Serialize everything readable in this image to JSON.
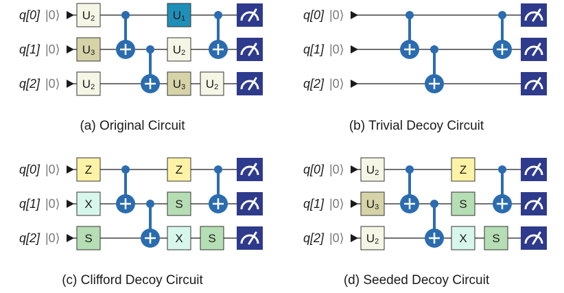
{
  "colors": {
    "wire": "#1a1a1a",
    "ctrl": "#2b6cb0",
    "target_fill": "#2b6cb0",
    "measure_fill": "#2e3a8c",
    "U1": "#1f8fb8",
    "U2": "#f6f6e6",
    "U3": "#d6d3a8",
    "Z": "#fdf2a6",
    "X": "#d7f6ec",
    "S": "#b6deb4"
  },
  "ket_text": "|0⟩",
  "panels": [
    {
      "id": "original",
      "caption": "(a) Original Circuit",
      "qubits": [
        "q[0]",
        "q[1]",
        "q[2]"
      ],
      "gates": [
        {
          "q": 0,
          "col": 0,
          "name": "U",
          "sub": "2"
        },
        {
          "q": 1,
          "col": 0,
          "name": "U",
          "sub": "3"
        },
        {
          "q": 2,
          "col": 0,
          "name": "U",
          "sub": "2"
        },
        {
          "q": 0,
          "col": 3,
          "name": "U",
          "sub": "1"
        },
        {
          "q": 1,
          "col": 3,
          "name": "U",
          "sub": "2"
        },
        {
          "q": 2,
          "col": 3,
          "name": "U",
          "sub": "3"
        },
        {
          "q": 2,
          "col": 4,
          "name": "U",
          "sub": "2"
        }
      ],
      "cnots": [
        {
          "control": 0,
          "target": 1,
          "col": 1
        },
        {
          "control": 1,
          "target": 2,
          "col": 2
        },
        {
          "control": 0,
          "target": 1,
          "col": 4
        }
      ]
    },
    {
      "id": "trivial",
      "caption": "(b) Trivial Decoy Circuit",
      "qubits": [
        "q[0]",
        "q[1]",
        "q[2]"
      ],
      "gates": [],
      "cnots": [
        {
          "control": 0,
          "target": 1,
          "col": 1
        },
        {
          "control": 1,
          "target": 2,
          "col": 2
        },
        {
          "control": 0,
          "target": 1,
          "col": 4
        }
      ]
    },
    {
      "id": "clifford",
      "caption": "(c) Clifford Decoy Circuit",
      "qubits": [
        "q[0]",
        "q[1]",
        "q[2]"
      ],
      "gates": [
        {
          "q": 0,
          "col": 0,
          "name": "Z",
          "sub": ""
        },
        {
          "q": 1,
          "col": 0,
          "name": "X",
          "sub": ""
        },
        {
          "q": 2,
          "col": 0,
          "name": "S",
          "sub": ""
        },
        {
          "q": 0,
          "col": 3,
          "name": "Z",
          "sub": ""
        },
        {
          "q": 1,
          "col": 3,
          "name": "S",
          "sub": ""
        },
        {
          "q": 2,
          "col": 3,
          "name": "X",
          "sub": ""
        },
        {
          "q": 2,
          "col": 4,
          "name": "S",
          "sub": ""
        }
      ],
      "cnots": [
        {
          "control": 0,
          "target": 1,
          "col": 1
        },
        {
          "control": 1,
          "target": 2,
          "col": 2
        },
        {
          "control": 0,
          "target": 1,
          "col": 4
        }
      ]
    },
    {
      "id": "seeded",
      "caption": "(d) Seeded Decoy Circuit",
      "qubits": [
        "q[0]",
        "q[1]",
        "q[2]"
      ],
      "gates": [
        {
          "q": 0,
          "col": 0,
          "name": "U",
          "sub": "2"
        },
        {
          "q": 1,
          "col": 0,
          "name": "U",
          "sub": "3"
        },
        {
          "q": 2,
          "col": 0,
          "name": "U",
          "sub": "2"
        },
        {
          "q": 0,
          "col": 3,
          "name": "Z",
          "sub": ""
        },
        {
          "q": 1,
          "col": 3,
          "name": "S",
          "sub": ""
        },
        {
          "q": 2,
          "col": 3,
          "name": "X",
          "sub": ""
        },
        {
          "q": 2,
          "col": 4,
          "name": "S",
          "sub": ""
        }
      ],
      "cnots": [
        {
          "control": 0,
          "target": 1,
          "col": 1
        },
        {
          "control": 1,
          "target": 2,
          "col": 2
        },
        {
          "control": 0,
          "target": 1,
          "col": 4
        }
      ]
    }
  ]
}
